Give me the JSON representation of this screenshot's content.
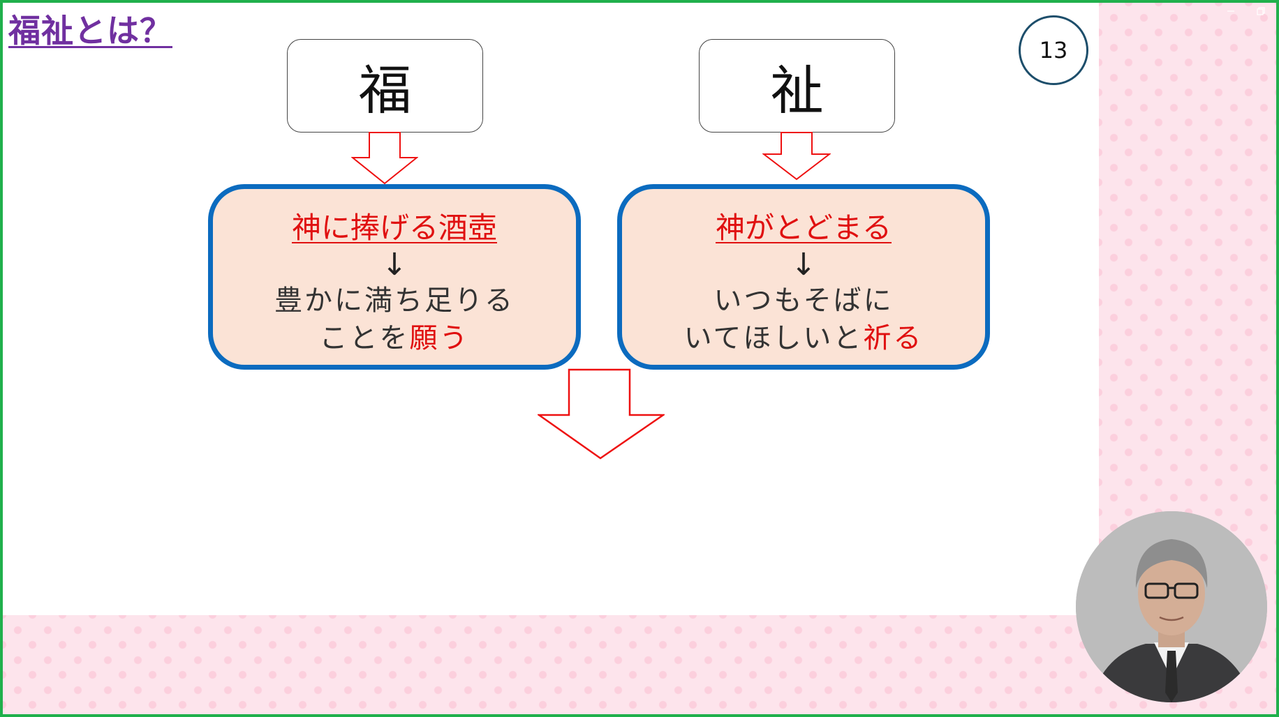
{
  "slide": {
    "title": "福祉とは？",
    "page_number": "13",
    "left": {
      "kanji": "福",
      "heading": "神に捧げる酒壺",
      "arrow": "↓",
      "line1": "豊かに満ち足りる",
      "line2_prefix": "ことを",
      "line2_emphasis": "願う"
    },
    "right": {
      "kanji": "祉",
      "heading": "神がとどまる",
      "arrow": "↓",
      "line1": "いつもそばに",
      "line2_prefix": "いてほしいと",
      "line2_emphasis": "祈る"
    }
  },
  "colors": {
    "frame": "#20b04c",
    "title": "#7030a0",
    "box_border": "#0b6bbf",
    "box_fill": "#fbe3d6",
    "accent_red": "#e01010",
    "pink_background": "#fde4ec"
  },
  "window_controls": [
    "minimize-icon",
    "restore-icon"
  ]
}
